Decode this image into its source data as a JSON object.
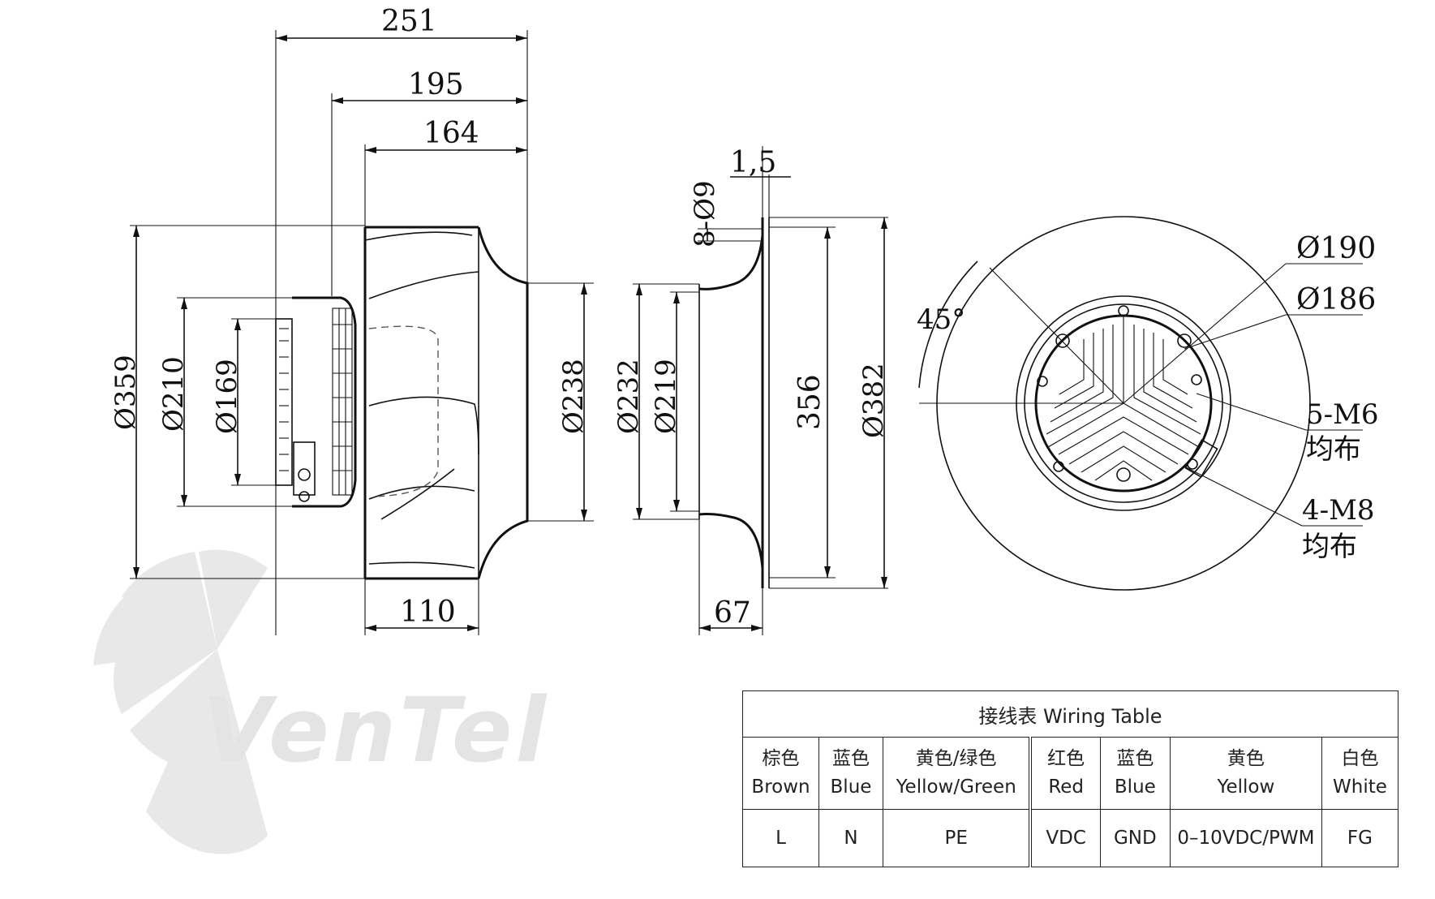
{
  "watermark": {
    "brand_text": "VenTel"
  },
  "side_view": {
    "dims_top": [
      "251",
      "195",
      "164"
    ],
    "dims_vertical": [
      "Ø359",
      "Ø210",
      "Ø169",
      "Ø238"
    ],
    "dim_bottom": "110"
  },
  "section_view": {
    "dim_flange": "1,5",
    "dim_holes": "8-Ø9",
    "dims_vertical": [
      "Ø232",
      "Ø219",
      "356",
      "Ø382"
    ],
    "dim_bottom": "67"
  },
  "front_view": {
    "angle": "45°",
    "pcd_1": "Ø190",
    "pcd_2": "Ø186",
    "bolt_1": "5-M6",
    "bolt_1_note": "均布",
    "bolt_2": "4-M8",
    "bolt_2_note": "均布"
  },
  "wiring_table": {
    "title": "接线表  Wiring Table",
    "columns": [
      {
        "cn": "棕色",
        "en": "Brown",
        "value": "L"
      },
      {
        "cn": "蓝色",
        "en": "Blue",
        "value": "N"
      },
      {
        "cn": "黄色/绿色",
        "en": "Yellow/Green",
        "value": "PE"
      },
      {
        "cn": "红色",
        "en": "Red",
        "value": "VDC"
      },
      {
        "cn": "蓝色",
        "en": "Blue",
        "value": "GND"
      },
      {
        "cn": "黄色",
        "en": "Yellow",
        "value": "0–10VDC/PWM"
      },
      {
        "cn": "白色",
        "en": "White",
        "value": "FG"
      }
    ]
  },
  "colors": {
    "line": "#111111",
    "watermark_grey": "#d0d0d0",
    "watermark_blue": "#cfe6f5"
  }
}
